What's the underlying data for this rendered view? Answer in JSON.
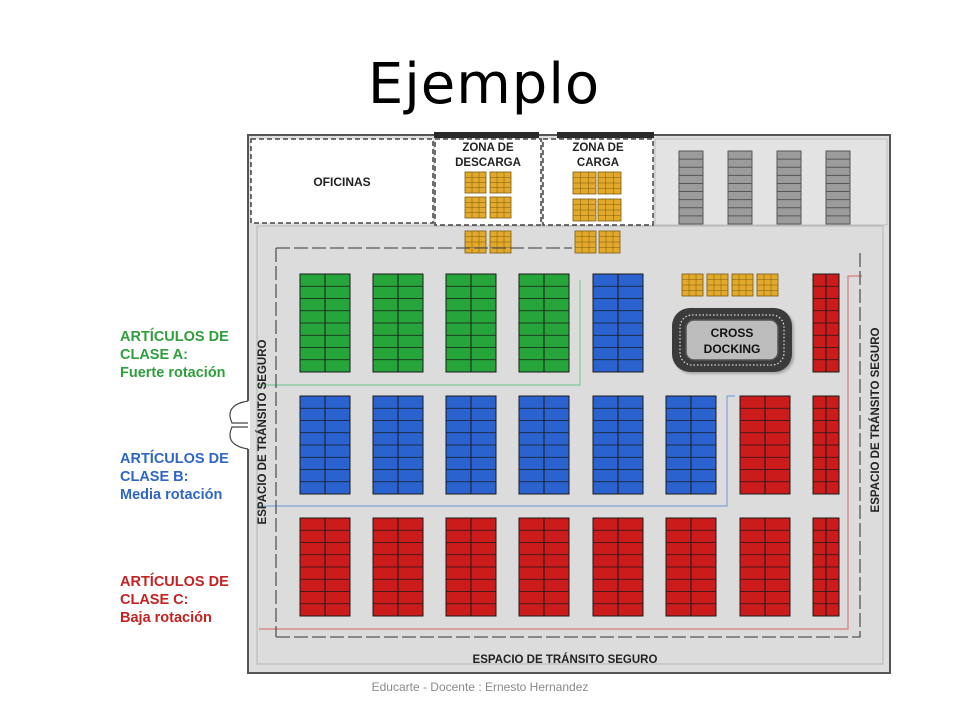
{
  "slide": {
    "title": "Ejemplo",
    "footer": "Educarte - Docente : Ernesto Hernandez"
  },
  "diagram": {
    "zones": {
      "offices": "OFICINAS",
      "unloading": [
        "ZONA DE",
        "DESCARGA"
      ],
      "loading": [
        "ZONA DE",
        "CARGA"
      ],
      "cross_docking": [
        "CROSS",
        "DOCKING"
      ]
    },
    "transit": {
      "left": "ESPACIO DE TRÁNSITO SEGURO",
      "right": "ESPACIO DE TRÁNSITO SEGURO",
      "bottom": "ESPACIO DE TRÁNSITO SEGURO"
    },
    "legend": {
      "class_a": {
        "title": "ARTÍCULOS DE",
        "subtitle": "CLASE A:",
        "desc": "Fuerte rotación",
        "color": "#2f9e3c"
      },
      "class_b": {
        "title": "ARTÍCULOS DE",
        "subtitle": "CLASE B:",
        "desc": "Media rotación",
        "color": "#2f66c4"
      },
      "class_c": {
        "title": "ARTÍCULOS DE",
        "subtitle": "CLASE C:",
        "desc": "Baja rotación",
        "color": "#c42222"
      }
    },
    "colors": {
      "class_a": "#26a53a",
      "class_b": "#2a63d0",
      "class_c": "#cc1b1b",
      "pallet": "#e3a92a",
      "rack_gray": "#9c9c9c",
      "floor": "#dedede"
    }
  }
}
